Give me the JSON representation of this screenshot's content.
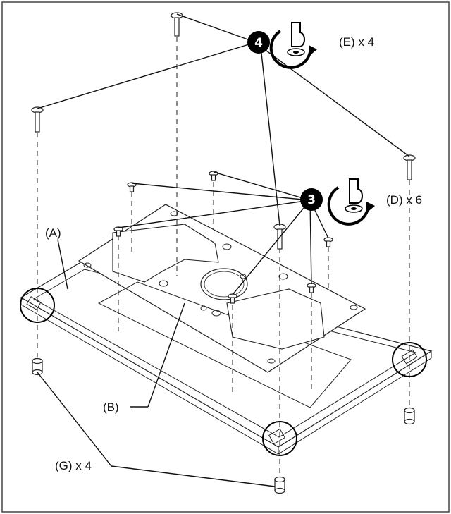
{
  "labels": {
    "step4": "4",
    "step3": "3",
    "screws_e": "(E) x 4",
    "screws_d": "(D) x 6",
    "frame_a": "(A)",
    "plate_b": "(B)",
    "feet_g": "(G) x 4"
  },
  "icons": {
    "screwdriver": "screwdriver-rotate-icon"
  }
}
